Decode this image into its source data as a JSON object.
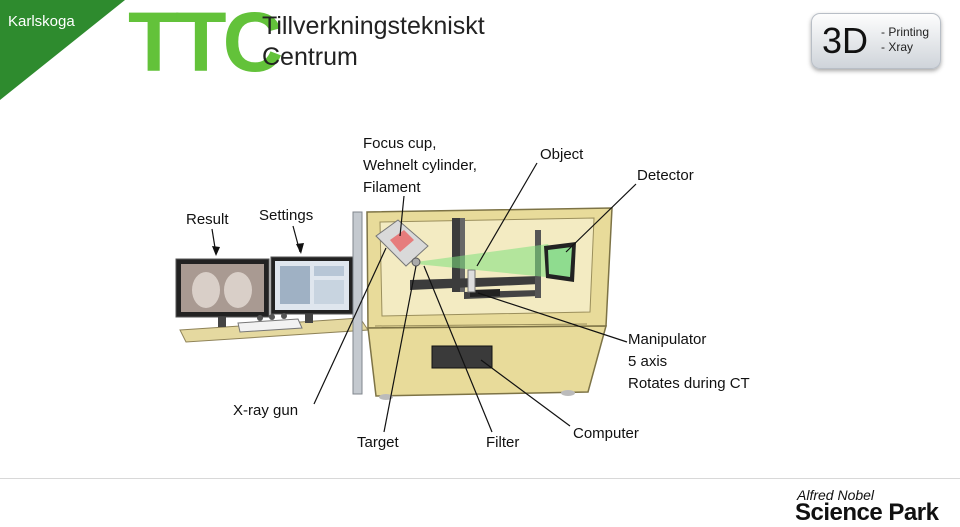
{
  "header": {
    "corner_label": "Karlskoga",
    "logo_letters": "TTC",
    "logo_line1": "Tillverkningstekniskt",
    "logo_line2": "Centrum",
    "badge_big": "3D",
    "badge_line1": "- Printing",
    "badge_line2": "- Xray"
  },
  "diagram": {
    "labels": {
      "result": "Result",
      "settings": "Settings",
      "focus_cup_1": "Focus cup,",
      "focus_cup_2": "Wehnelt cylinder,",
      "focus_cup_3": "Filament",
      "object": "Object",
      "detector": "Detector",
      "manipulator_1": "Manipulator",
      "manipulator_2": "5 axis",
      "manipulator_3": "Rotates during CT",
      "xray_gun": "X-ray gun",
      "target": "Target",
      "filter": "Filter",
      "computer": "Computer"
    }
  },
  "footer": {
    "brand_line1": "Alfred Nobel",
    "brand_line2": "Science Park"
  },
  "colors": {
    "corner": "#2e8b2e",
    "logo_green": "#63c23a",
    "cabinet": "#e8db9a",
    "beam": "#7ee07e"
  }
}
